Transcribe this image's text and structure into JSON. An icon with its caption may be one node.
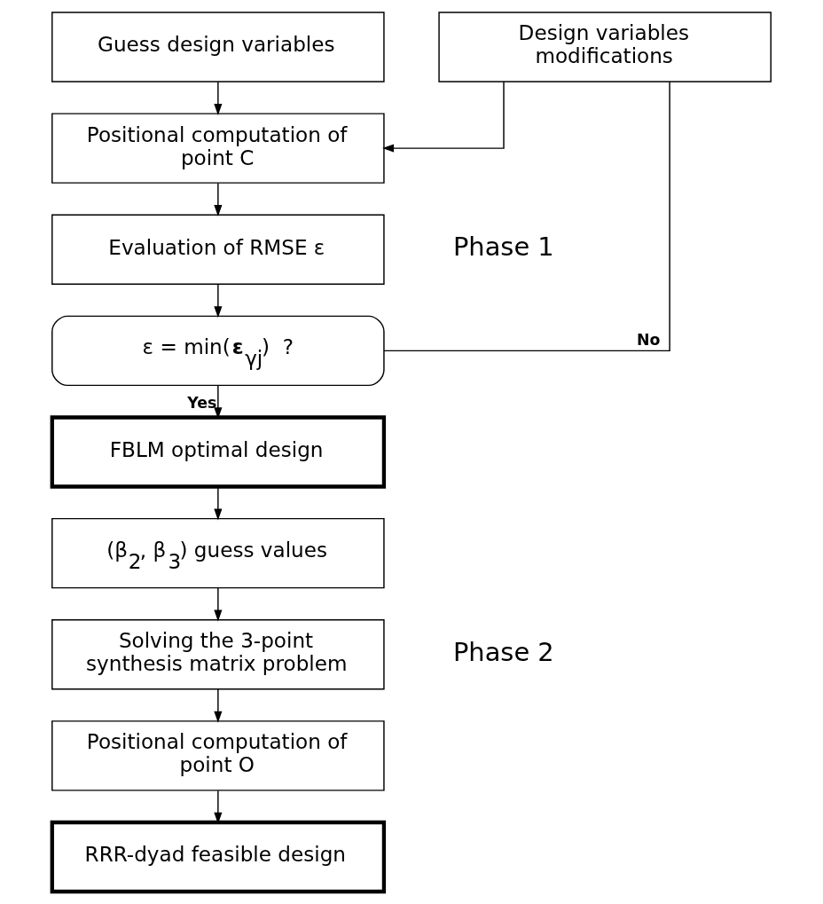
{
  "diagram": {
    "nodes": [
      {
        "text": [
          "Guess design variables"
        ]
      },
      {
        "text": [
          "Positional computation of point C"
        ]
      },
      {
        "text": [
          "Design variables modifications"
        ]
      },
      {
        "text": [
          "Evaluation of RMSE ε"
        ]
      },
      {
        "text": [
          "ε = min(**ε**$_{γj}$)  ?"
        ]
      },
      {
        "text": [
          "FBLM optimal design"
        ]
      },
      {
        "text": [
          "(β$_{2}$, β$_{3}$) guess values"
        ]
      },
      {
        "text": [
          "Solving the 3-point synthesis matrix problem"
        ]
      },
      {
        "text": [
          "Positional computation of point O"
        ]
      },
      {
        "text": [
          "RRR-dyad feasible design"
        ]
      }
    ],
    "edges": [
      {
        "from": 0,
        "to": 1,
        "arrow": "to"
      },
      {
        "from": 1,
        "to": 3,
        "arrow": "to"
      },
      {
        "from": 3,
        "to": 4,
        "arrow": "to"
      },
      {
        "from": 4,
        "to": 5,
        "arrow": "to",
        "label": "Yes"
      },
      {
        "from": 4,
        "to": 2,
        "arrow": "none",
        "label": "No"
      },
      {
        "from": 2,
        "to": 1,
        "arrow": "to"
      },
      {
        "from": 5,
        "to": 6,
        "arrow": "to"
      },
      {
        "from": 6,
        "to": 7,
        "arrow": "to"
      },
      {
        "from": 7,
        "to": 8,
        "arrow": "to"
      },
      {
        "from": 8,
        "to": 9,
        "arrow": "to"
      }
    ],
    "labels": [
      "Phase 1",
      "Phase 2"
    ]
  }
}
